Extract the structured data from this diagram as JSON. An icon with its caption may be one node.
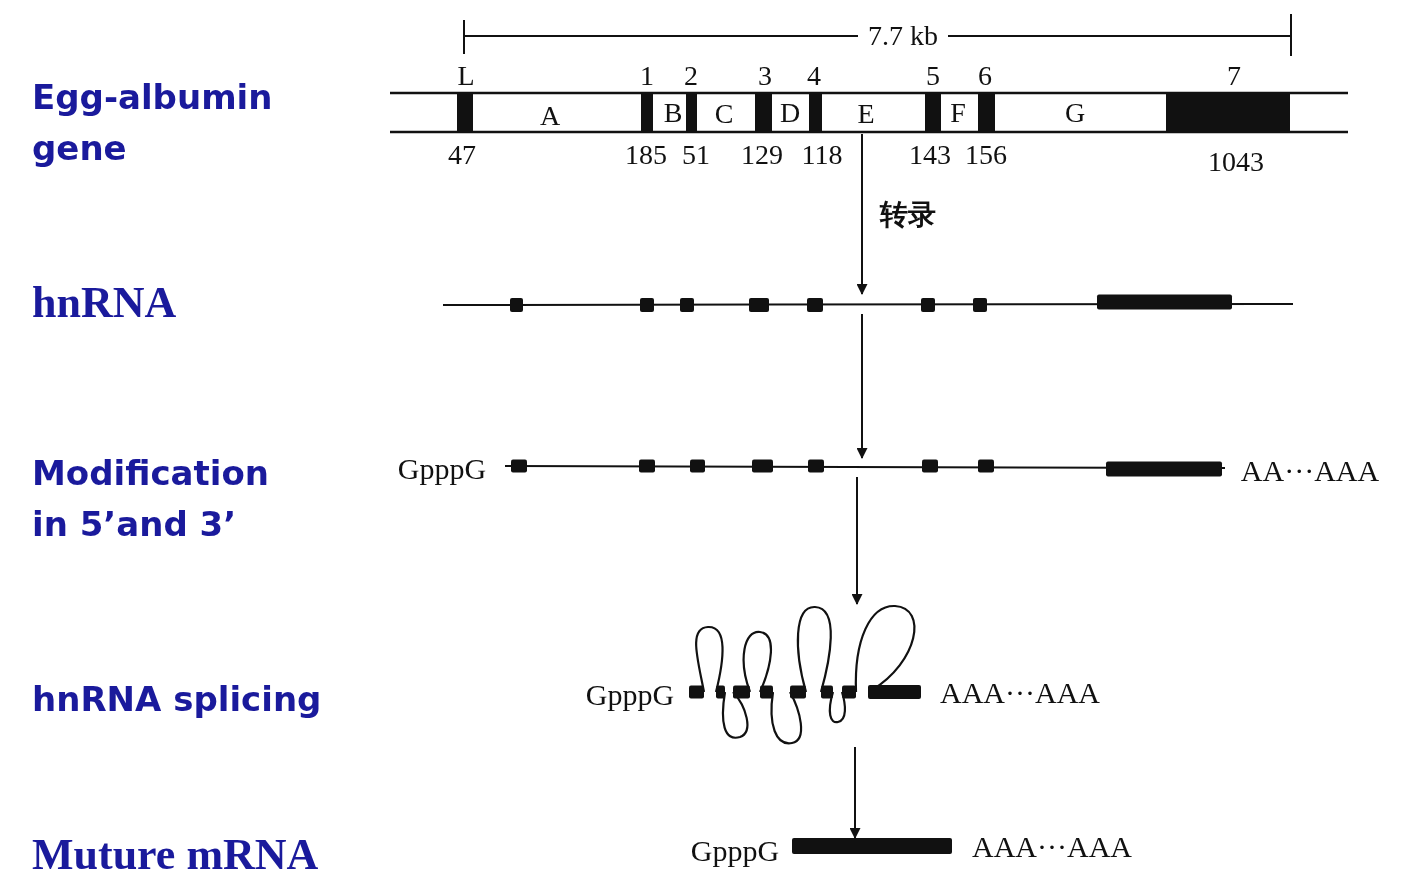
{
  "diagram": {
    "nodes": [
      {
        "text": [],
        "shape": "picture"
      },
      {
        "text": [],
        "shape": "picture"
      },
      {
        "text": [],
        "shape": "picture"
      },
      {
        "text": [],
        "shape": "picture"
      },
      {
        "text": [],
        "shape": "bar"
      }
    ],
    "edges": [
      {
        "from": 0,
        "to": 1,
        "arrow": "to",
        "label": "转录"
      },
      {
        "from": 1,
        "to": 2,
        "arrow": "to"
      },
      {
        "from": 2,
        "to": 3,
        "arrow": "to"
      },
      {
        "from": 3,
        "to": 4,
        "arrow": "to"
      }
    ],
    "labels": [
      "7.7 kb",
      "L",
      "1",
      "2",
      "3",
      "4",
      "5",
      "6",
      "7",
      "Egg-albumin gene",
      "A",
      "B",
      "C",
      "D",
      "E",
      "F",
      "G",
      "47",
      "185",
      "51",
      "129",
      "118",
      "143",
      "156",
      "1043",
      "hnRNA",
      "Modification in 5’and 3’",
      "GpppG",
      "AA···AAA",
      "hnRNA splicing",
      "GpppG",
      "AAA···AAA",
      "Muture mRNA",
      "GpppG",
      "AAA···AAA"
    ]
  }
}
